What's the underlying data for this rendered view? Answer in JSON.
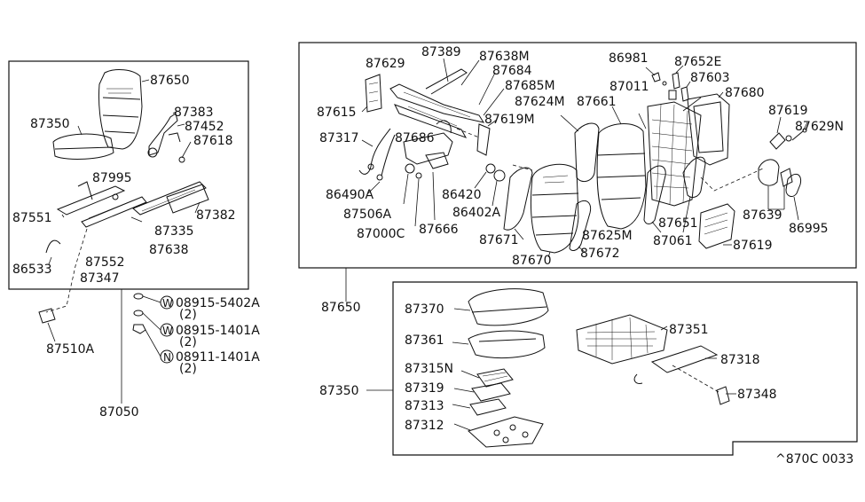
{
  "labels": {
    "p87650": "87650",
    "p87350": "87350",
    "p87383": "87383",
    "p87452": "87452",
    "p87618": "87618",
    "p87995": "87995",
    "p87551": "87551",
    "p87382": "87382",
    "p87335": "87335",
    "p87638": "87638",
    "p86533": "86533",
    "p87552": "87552",
    "p87347": "87347",
    "p87510A": "87510A",
    "p87050": "87050",
    "w1": "08915-5402A",
    "w1q": "(2)",
    "w2": "08915-1401A",
    "w2q": "(2)",
    "n1": "08911-1401A",
    "n1q": "(2)",
    "w_sym": "W",
    "n_sym": "N",
    "p87650b": "87650",
    "p87350b": "87350",
    "p87389": "87389",
    "p87629": "87629",
    "p87638M": "87638M",
    "p87684": "87684",
    "p87685M": "87685M",
    "p87615": "87615",
    "p87317": "87317",
    "p87686": "87686",
    "p87619M": "87619M",
    "p87624M": "87624M",
    "p87661": "87661",
    "p87011": "87011",
    "p86981": "86981",
    "p87652E": "87652E",
    "p87603": "87603",
    "p87680": "87680",
    "p87619a": "87619",
    "p87629N": "87629N",
    "p86490A": "86490A",
    "p87506A": "87506A",
    "p87000C": "87000C",
    "p87666": "87666",
    "p86420": "86420",
    "p86402A": "86402A",
    "p87671": "87671",
    "p87670": "87670",
    "p87625M": "87625M",
    "p87672": "87672",
    "p87651": "87651",
    "p87061": "87061",
    "p87639": "87639",
    "p86995": "86995",
    "p87619b": "87619",
    "p87370": "87370",
    "p87361": "87361",
    "p87315N": "87315N",
    "p87319": "87319",
    "p87313": "87313",
    "p87312": "87312",
    "p87351": "87351",
    "p87318": "87318",
    "p87348": "87348",
    "ref": "^870C 0033"
  }
}
